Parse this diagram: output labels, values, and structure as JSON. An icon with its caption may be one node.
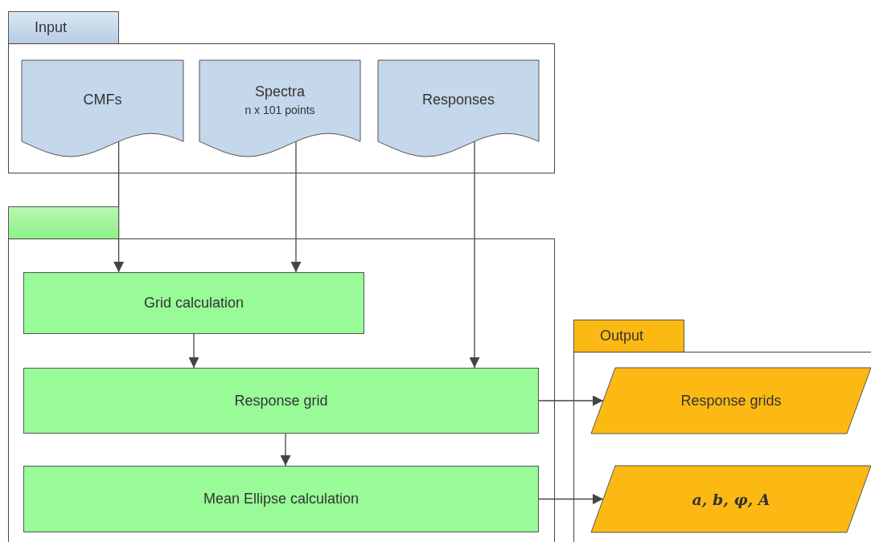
{
  "diagram": {
    "nodes": [
      {
        "text": [
          "Input"
        ]
      },
      {
        "text": [
          "CMFs"
        ],
        "in": 0
      },
      {
        "text": [
          "Spectra",
          "n x 101 points"
        ],
        "in": 0
      },
      {
        "text": [
          "Responses"
        ],
        "in": 0
      },
      {
        "text": [],
        "shape": "box"
      },
      {
        "text": [
          "Grid calculation"
        ],
        "in": 4
      },
      {
        "text": [
          "Response grid"
        ],
        "in": 4
      },
      {
        "text": [
          "Mean Ellipse calculation"
        ],
        "in": 4
      },
      {
        "text": [
          "Output"
        ]
      },
      {
        "text": [
          "Response grids"
        ],
        "in": 8
      },
      {
        "text": [
          "a, b, φ, A"
        ],
        "in": 8
      }
    ],
    "edges": [
      {
        "from": 1,
        "to": 5,
        "arrow": "to"
      },
      {
        "from": 2,
        "to": 5,
        "arrow": "to"
      },
      {
        "from": 3,
        "to": 6,
        "arrow": "to"
      },
      {
        "from": 5,
        "to": 6,
        "arrow": "to"
      },
      {
        "from": 6,
        "to": 7,
        "arrow": "to"
      },
      {
        "from": 6,
        "to": 9,
        "arrow": "to"
      },
      {
        "from": 7,
        "to": 10,
        "arrow": "to"
      }
    ]
  }
}
